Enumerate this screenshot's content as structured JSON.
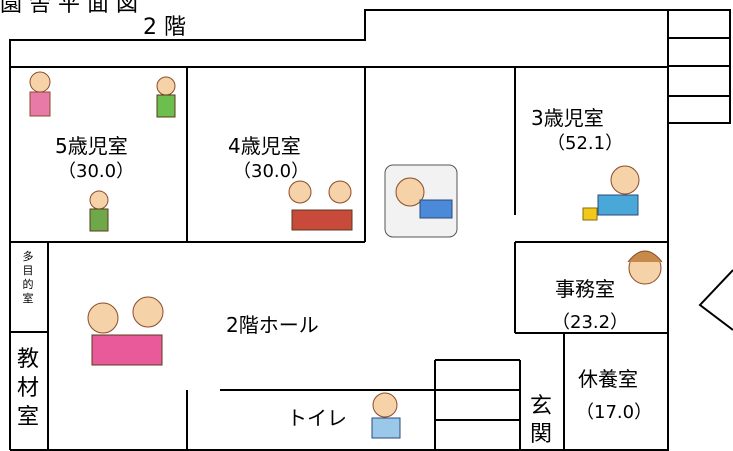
{
  "header": {
    "title": "園 舎 平 面 図",
    "floor": "2 階"
  },
  "rooms": {
    "age5": {
      "name": "5歳児室",
      "area": "（30.0）"
    },
    "age4": {
      "name": "4歳児室",
      "area": "（30.0）"
    },
    "age3": {
      "name": "3歳児室",
      "area": "（52.1）"
    },
    "office": {
      "name": "事務室",
      "area": "（23.2）"
    },
    "rest": {
      "name": "休養室",
      "area": "（17.0）"
    },
    "hall": {
      "name": "2階ホール"
    },
    "multi": {
      "chars": [
        "多",
        "目",
        "的",
        "室"
      ]
    },
    "materials": {
      "chars": [
        "教",
        "材",
        "室"
      ]
    },
    "toilet": {
      "name": "トイレ"
    },
    "entrance": {
      "chars": [
        "玄",
        "関"
      ]
    }
  },
  "colors": {
    "wall": "#000000",
    "background": "#ffffff"
  }
}
